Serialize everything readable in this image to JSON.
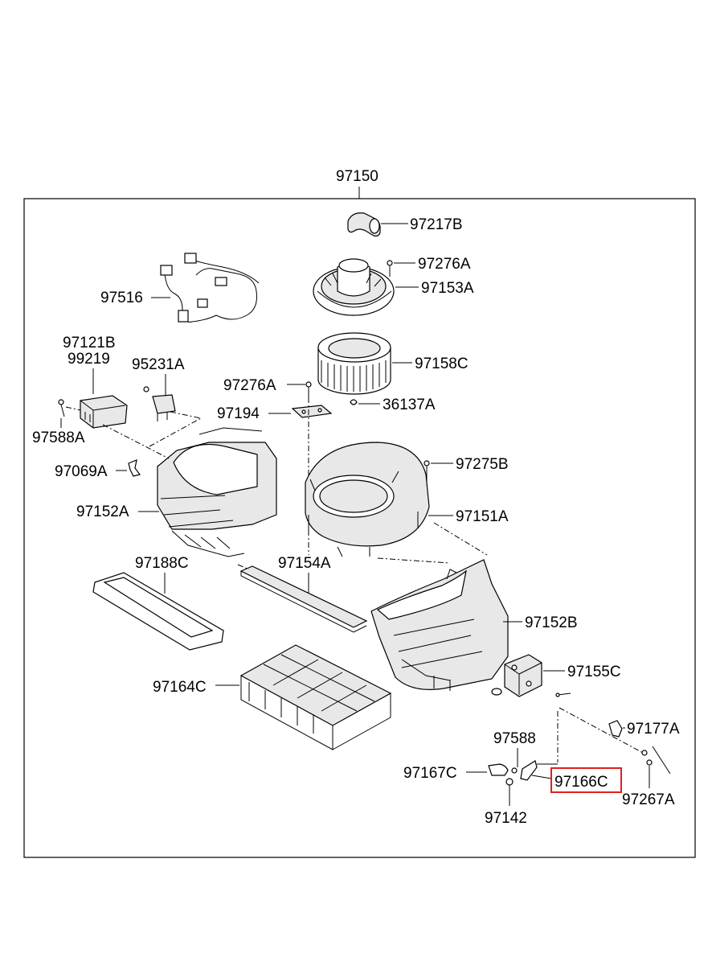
{
  "assembly_label": "97150",
  "highlight_color": "#e0201e",
  "labels": {
    "p97217B": "97217B",
    "p97276A_top": "97276A",
    "p97153A": "97153A",
    "p97516": "97516",
    "p97121B": "97121B",
    "p99219": "99219",
    "p95231A": "95231A",
    "p97158C": "97158C",
    "p97276A_mid": "97276A",
    "p36137A": "36137A",
    "p97194": "97194",
    "p97588A": "97588A",
    "p97275B": "97275B",
    "p97069A": "97069A",
    "p97151A": "97151A",
    "p97152A": "97152A",
    "p97188C": "97188C",
    "p97154A": "97154A",
    "p97152B": "97152B",
    "p97155C": "97155C",
    "p97164C": "97164C",
    "p97177A": "97177A",
    "p97588": "97588",
    "p97167C": "97167C",
    "p97166C": "97166C",
    "p97267A": "97267A",
    "p97142": "97142"
  },
  "highlighted_part": "97166C"
}
